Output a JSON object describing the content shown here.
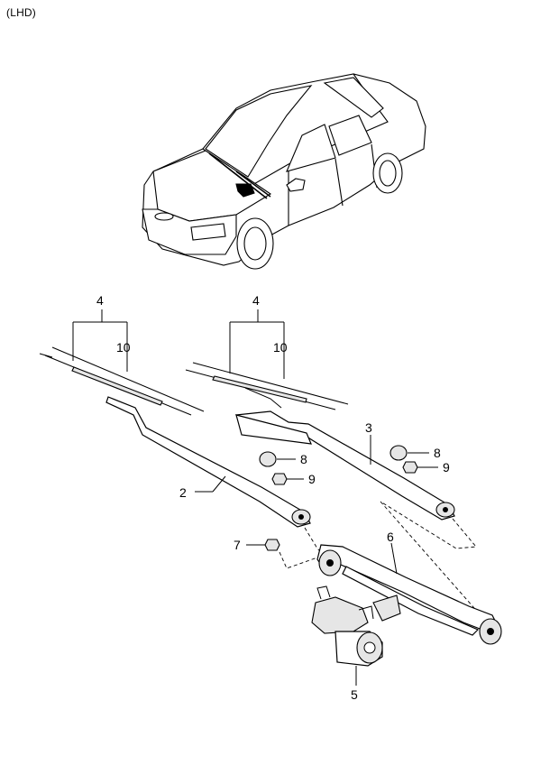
{
  "header": {
    "note": "(LHD)"
  },
  "callouts": {
    "c4a": "4",
    "c10a": "10",
    "c4b": "4",
    "c10b": "10",
    "c3": "3",
    "c8a": "8",
    "c9a": "9",
    "c2": "2",
    "c8b": "8",
    "c9b": "9",
    "c7": "7",
    "c6": "6",
    "c5": "5"
  }
}
